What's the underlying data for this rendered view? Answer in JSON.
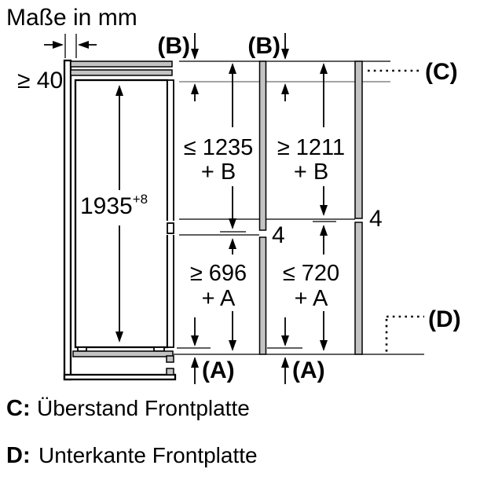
{
  "title": "Maße in mm",
  "colors": {
    "line": "#000000",
    "panel_gray": "#c3c3c3",
    "background": "#ffffff"
  },
  "diagram": {
    "rear_gap": "≥ 40",
    "niche_height": {
      "value": "1935",
      "tolerance": "+8"
    },
    "labels": {
      "a1": "(A)",
      "a2": "(A)",
      "b1": "(B)",
      "b2": "(B)",
      "c": "(C)",
      "d": "(D)"
    },
    "dims": {
      "upper_left": {
        "line1": "≤ 1235",
        "line2": "+ B"
      },
      "upper_right": {
        "line1": "≥ 1211",
        "line2": "+ B"
      },
      "lower_left": {
        "line1": "≥ 696",
        "line2": "+ A"
      },
      "lower_right": {
        "line1": "≤ 720",
        "line2": "+ A"
      },
      "panel_gap_left": "4",
      "panel_gap_right": "4"
    }
  },
  "legend": [
    {
      "key": "C:",
      "text": "Überstand Frontplatte"
    },
    {
      "key": "D:",
      "text": "Unterkante Frontplatte"
    }
  ]
}
